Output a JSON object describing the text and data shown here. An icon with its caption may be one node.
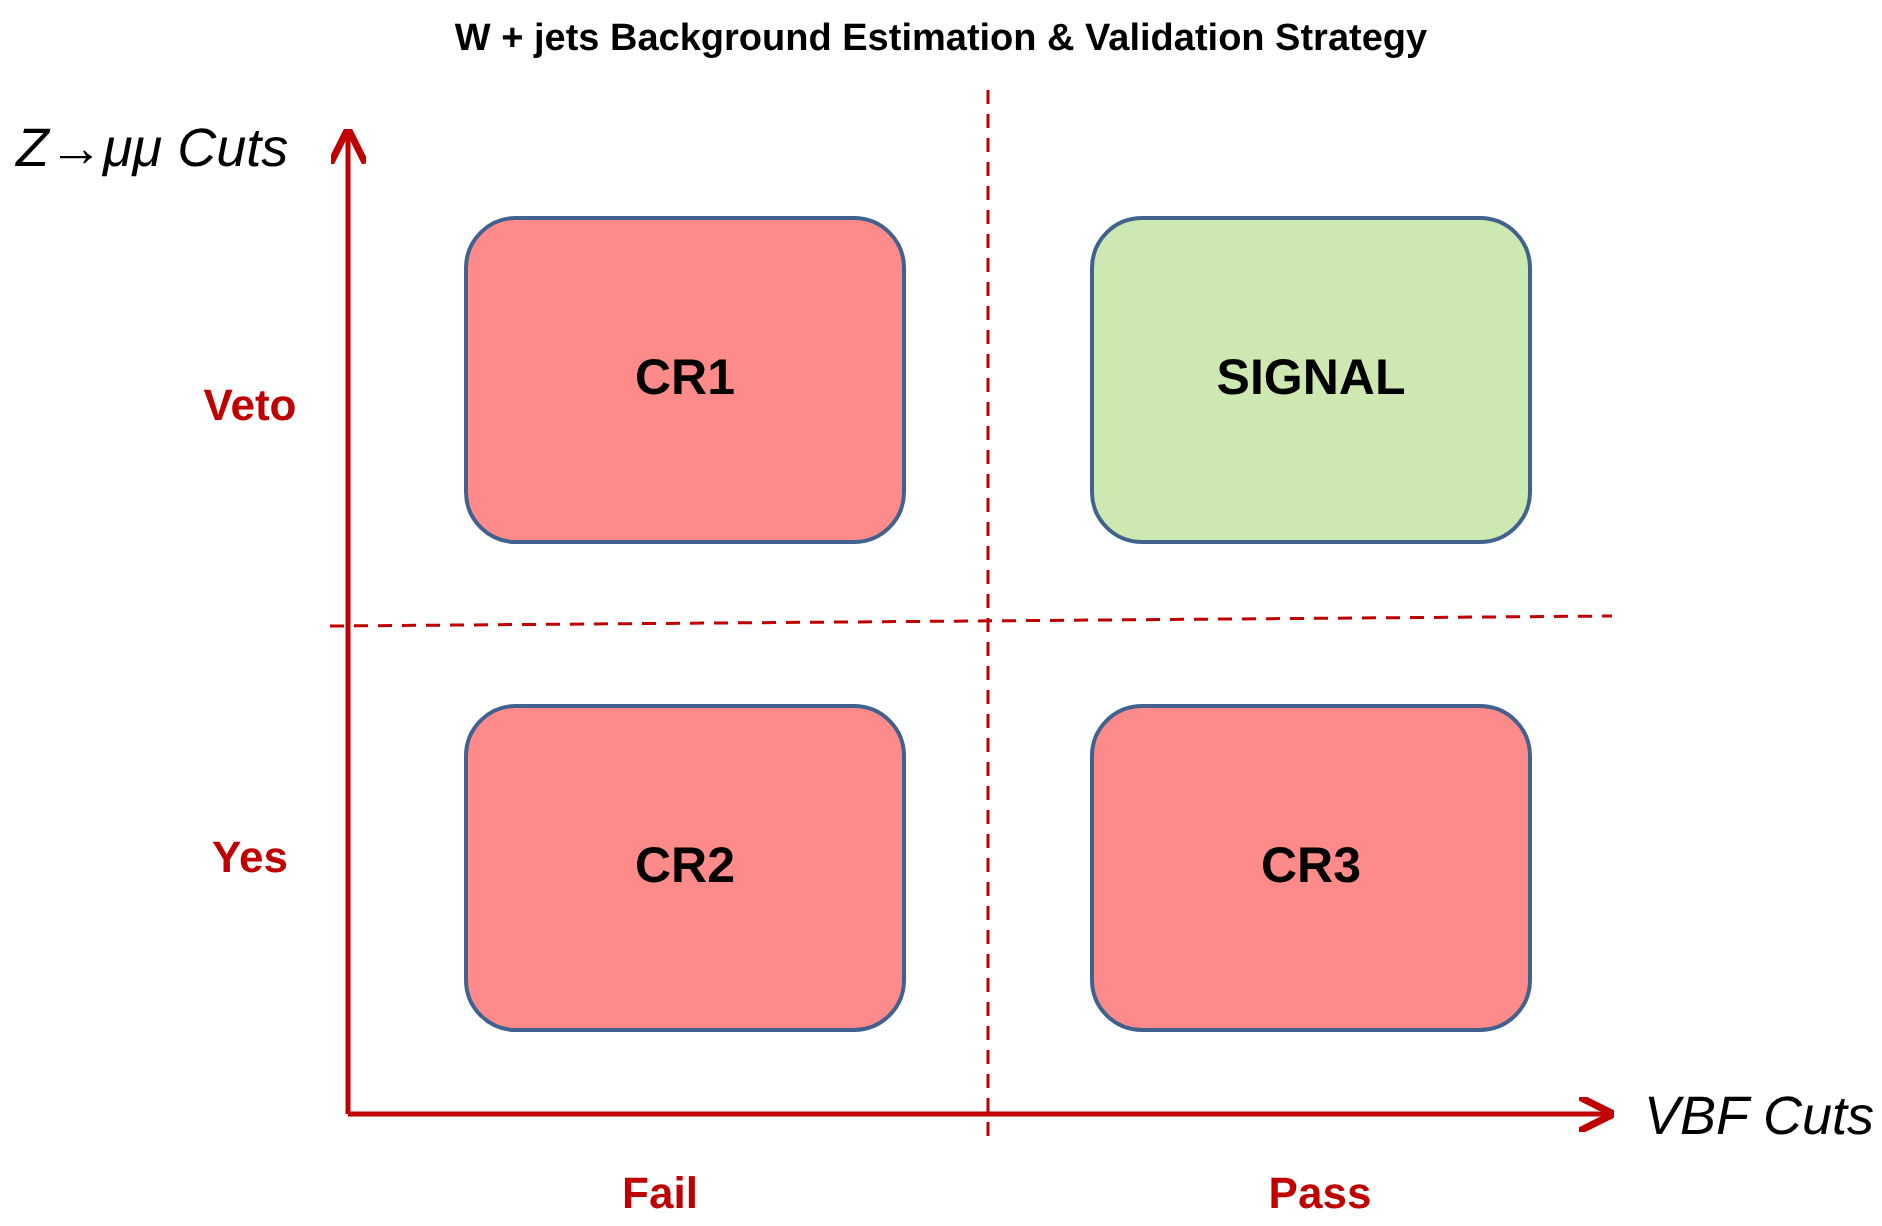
{
  "diagram": {
    "title": "W + jets Background Estimation & Validation Strategy",
    "nodes": [
      {
        "text": [
          "CR1"
        ]
      },
      {
        "text": [
          "SIGNAL"
        ]
      },
      {
        "text": [
          "CR2"
        ]
      },
      {
        "text": [
          "CR3"
        ]
      }
    ],
    "edges": [],
    "labels": [
      "Z→μμ Cuts",
      "Veto",
      "Yes",
      "VBF Cuts",
      "Fail",
      "Pass"
    ]
  }
}
